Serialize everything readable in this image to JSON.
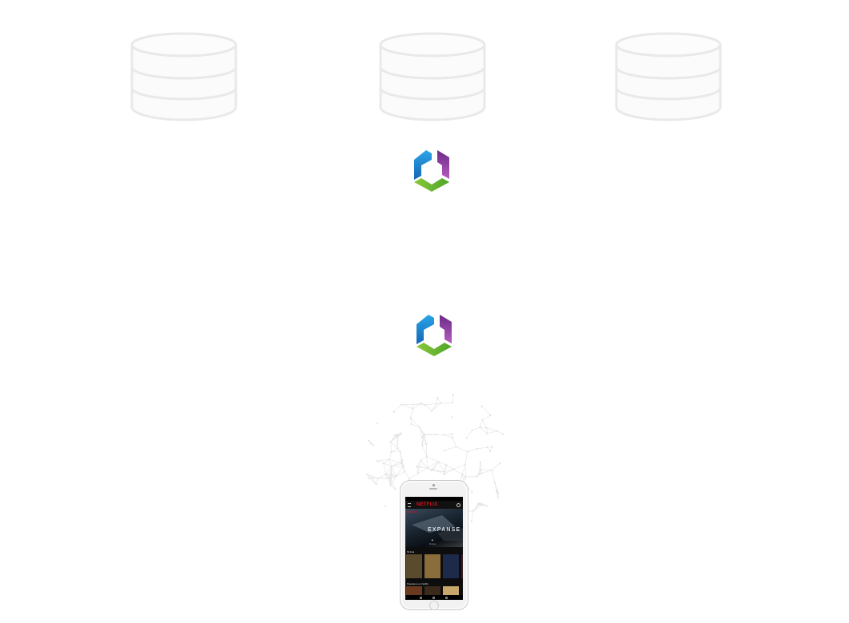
{
  "diagram": {
    "nodes": [
      {
        "id": "database-1",
        "kind": "database",
        "icon": "database-icon"
      },
      {
        "id": "database-2",
        "kind": "database",
        "icon": "database-icon"
      },
      {
        "id": "database-3",
        "kind": "database",
        "icon": "database-icon"
      },
      {
        "id": "logo-top",
        "kind": "logo",
        "icon": "hexagon-logo-icon"
      },
      {
        "id": "logo-bottom",
        "kind": "logo",
        "icon": "hexagon-logo-icon"
      },
      {
        "id": "network",
        "kind": "network",
        "icon": "network-sphere-icon"
      },
      {
        "id": "phone",
        "kind": "device",
        "icon": "smartphone-icon"
      }
    ],
    "colors": {
      "database_stroke": "#e9e9e9",
      "database_fill": "#fbfbfb",
      "logo_blue": "#1e88d0",
      "logo_purple": "#8e3a9e",
      "logo_green": "#6cbb2f",
      "network_line": "#e6e6e6",
      "netflix_red": "#e50914",
      "screen_bg": "#0d0d0d"
    }
  },
  "phone_screen": {
    "brand": "NETFLIX",
    "hero_badge": "NETFLIX",
    "hero_title": "EXPANSE",
    "hero_play": "▶",
    "hero_caption": "Mi lista",
    "rows": [
      {
        "label": "Mi lista"
      },
      {
        "label": "Populares en Netflix"
      }
    ],
    "poster_colors": [
      [
        "#5a4a2e",
        "#8a6d3a",
        "#1d2a4a",
        "#3a1a22"
      ],
      [
        "#6b3a1e",
        "#3b2a1a",
        "#c8a86a"
      ]
    ]
  }
}
